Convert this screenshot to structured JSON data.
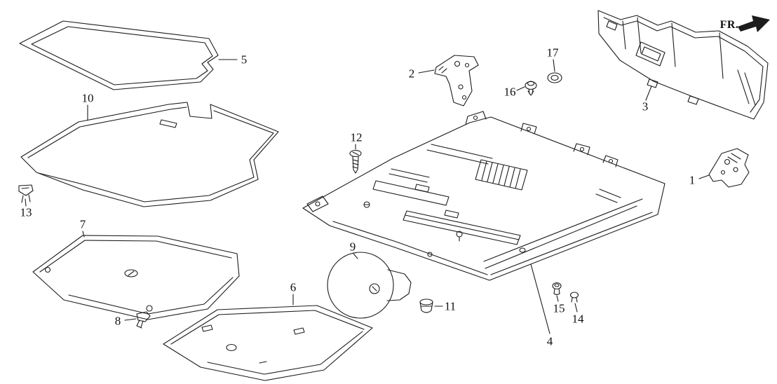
{
  "diagram": {
    "direction_label": "FR.",
    "colors": {
      "line": "#1c1c1c",
      "background": "#ffffff",
      "label_text": "#111111"
    },
    "parts": {
      "p1": {
        "label": "1"
      },
      "p2": {
        "label": "2"
      },
      "p3": {
        "label": "3"
      },
      "p4": {
        "label": "4"
      },
      "p5": {
        "label": "5"
      },
      "p6": {
        "label": "6"
      },
      "p7": {
        "label": "7"
      },
      "p8": {
        "label": "8"
      },
      "p9": {
        "label": "9"
      },
      "p10": {
        "label": "10"
      },
      "p11": {
        "label": "11"
      },
      "p12": {
        "label": "12"
      },
      "p13": {
        "label": "13"
      },
      "p14": {
        "label": "14"
      },
      "p15": {
        "label": "15"
      },
      "p16": {
        "label": "16"
      },
      "p17": {
        "label": "17"
      }
    }
  }
}
